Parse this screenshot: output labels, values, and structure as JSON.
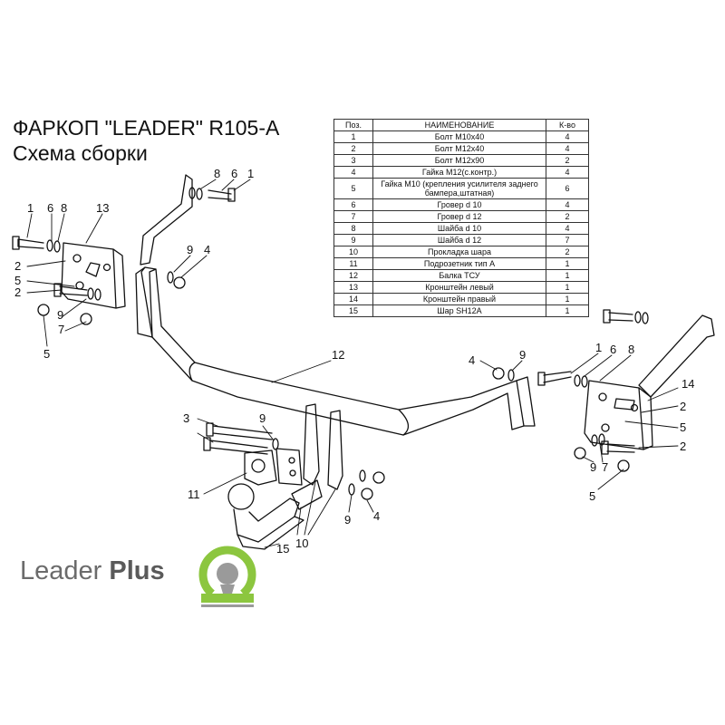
{
  "title": {
    "line1": "ФАРКОП \"LEADER\" R105-A",
    "line2": "Схема сборки"
  },
  "parts_table": {
    "headers": [
      "Поз.",
      "НАИМЕНОВАНИЕ",
      "К-во"
    ],
    "rows": [
      [
        "1",
        "Болт М10х40",
        "4"
      ],
      [
        "2",
        "Болт М12х40",
        "4"
      ],
      [
        "3",
        "Болт М12х90",
        "2"
      ],
      [
        "4",
        "Гайка М12(с.контр.)",
        "4"
      ],
      [
        "5",
        "Гайка М10 (крепления усилителя заднего бампера,штатная)",
        "6"
      ],
      [
        "6",
        "Гровер d 10",
        "4"
      ],
      [
        "7",
        "Гровер d 12",
        "2"
      ],
      [
        "8",
        "Шайба d 10",
        "4"
      ],
      [
        "9",
        "Шайба d 12",
        "7"
      ],
      [
        "10",
        "Прокладка шара",
        "2"
      ],
      [
        "11",
        "Подрозетник тип А",
        "1"
      ],
      [
        "12",
        "Балка ТСУ",
        "1"
      ],
      [
        "13",
        "Кронштейн левый",
        "1"
      ],
      [
        "14",
        "Кронштейн правый",
        "1"
      ],
      [
        "15",
        "Шар SH12A",
        "1"
      ]
    ]
  },
  "callouts": {
    "c_8_top": "8",
    "c_6_top": "6",
    "c_1_top": "1",
    "c_1_left": "1",
    "c_6_left": "6",
    "c_8_left": "8",
    "c_13": "13",
    "c_2_left": "2",
    "c_5_left_a": "5",
    "c_2_left_b": "2",
    "c_9_left": "9",
    "c_7_left": "7",
    "c_5_left_b": "5",
    "c_9_mid": "9",
    "c_4_mid": "4",
    "c_12": "12",
    "c_4_right": "4",
    "c_9_right": "9",
    "c_1_right": "1",
    "c_6_right": "6",
    "c_8_right": "8",
    "c_14": "14",
    "c_2_right_a": "2",
    "c_5_right_a": "5",
    "c_2_right_b": "2",
    "c_9_right_b": "9",
    "c_7_right": "7",
    "c_5_right_b": "5",
    "c_3": "3",
    "c_9_ball": "9",
    "c_11": "11",
    "c_15": "15",
    "c_10": "10",
    "c_9_bottom": "9",
    "c_4_bottom": "4"
  },
  "logo": {
    "word1": "Leader",
    "word2": "Plus",
    "colors": {
      "text": "#6b6b6b",
      "green": "#8cc63f",
      "ball": "#9a9a9a"
    }
  }
}
